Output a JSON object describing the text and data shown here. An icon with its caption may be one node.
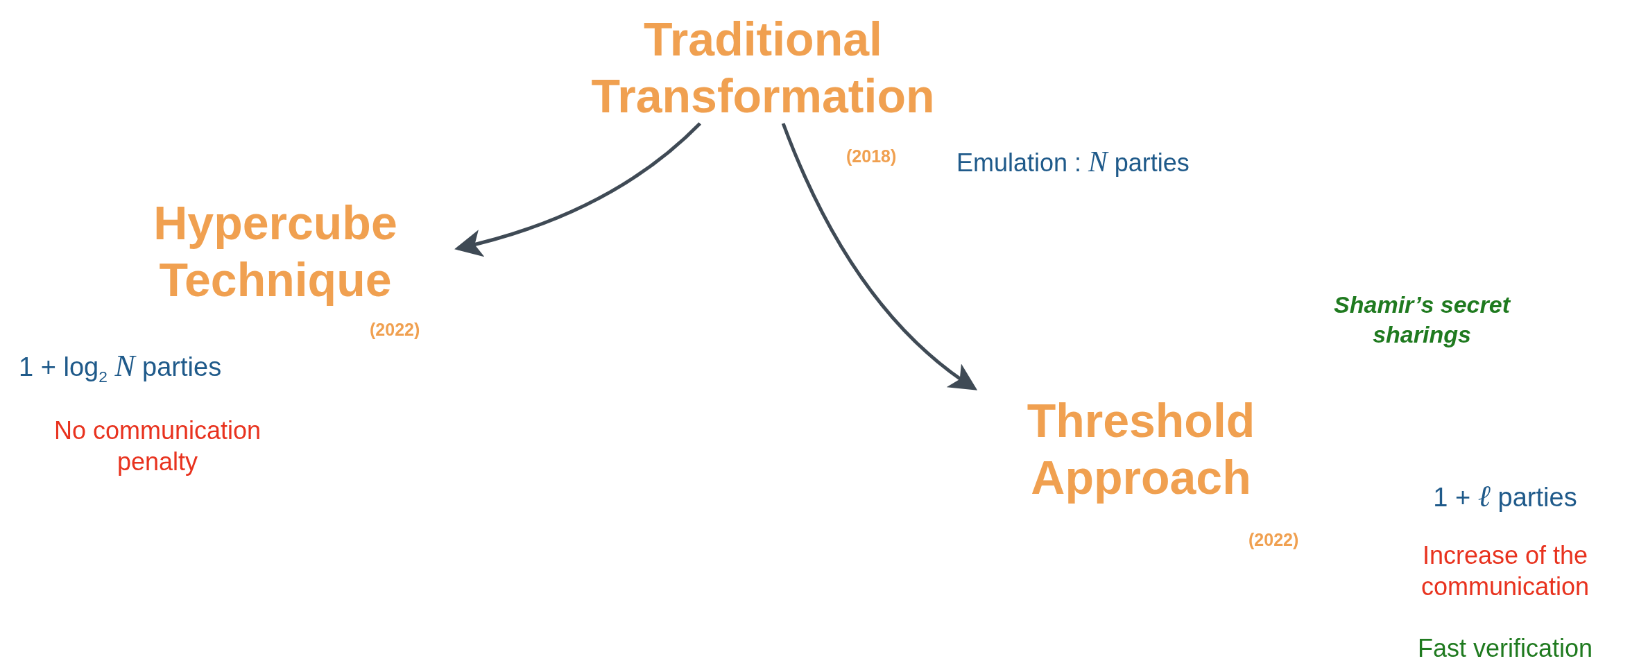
{
  "diagram": {
    "nodes": [
      {
        "text": [
          "Traditional Transformation"
        ],
        "beside": [
          "(2018)"
        ]
      },
      {
        "text": [
          "Hypercube Technique"
        ],
        "beside": [
          "(2022)"
        ]
      },
      {
        "text": [
          "Threshold Approach"
        ],
        "beside": [
          "(2022)"
        ]
      }
    ],
    "edges": [
      {
        "from": 0,
        "to": 1,
        "arrow": "to"
      },
      {
        "from": 0,
        "to": 2,
        "arrow": "to"
      }
    ],
    "labels": [
      "Emulation : *N* parties",
      "Shamir’s secret sharings",
      "1 + log$_{2}$ *N* parties",
      "No communication penalty",
      "1 + *ℓ* parties",
      "Increase of the communication",
      "Fast verification"
    ]
  }
}
